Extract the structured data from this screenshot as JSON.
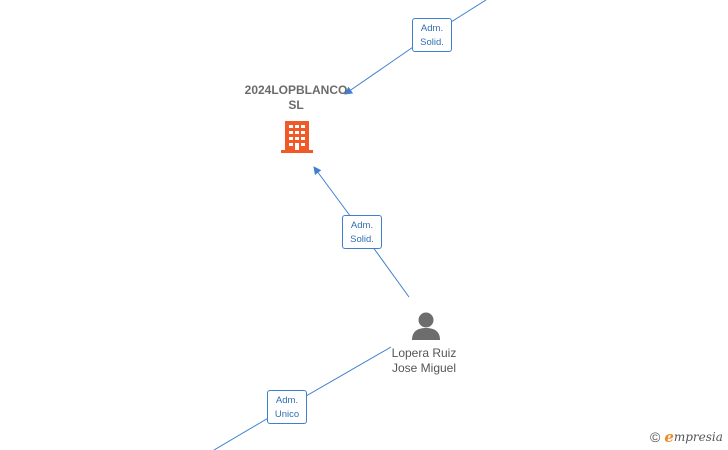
{
  "company": {
    "name_line1": "2024LOPBLANCO",
    "name_line2": "SL",
    "icon": "building-icon",
    "color": "#f05a28"
  },
  "person": {
    "name_line1": "Lopera Ruiz",
    "name_line2": "Jose Miguel",
    "icon": "person-icon",
    "color": "#6d6d6d"
  },
  "edges": [
    {
      "label_line1": "Adm.",
      "label_line2": "Solid."
    },
    {
      "label_line1": "Adm.",
      "label_line2": "Solid."
    },
    {
      "label_line1": "Adm.",
      "label_line2": "Unico"
    }
  ],
  "line_color": "#3f7fd0",
  "brand": {
    "copyright": "©",
    "initial": "e",
    "rest": "mpresia"
  }
}
